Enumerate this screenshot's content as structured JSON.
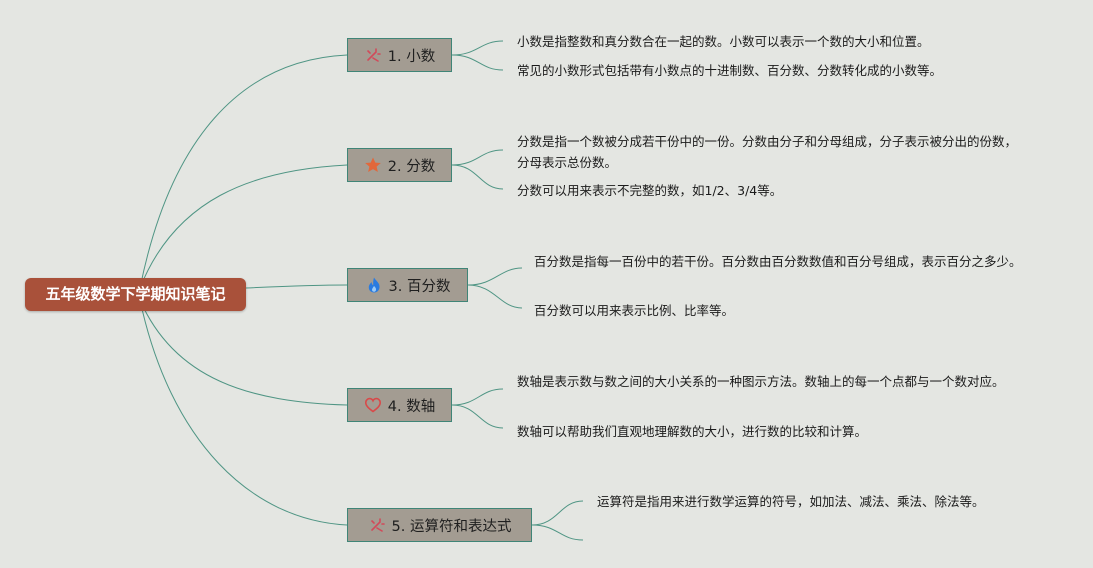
{
  "colors": {
    "background": "#e4e6e2",
    "root_fill": "#a9513a",
    "branch_fill": "#a39c92",
    "branch_border": "#3f8577",
    "link": "#4f9584"
  },
  "root": {
    "label": "五年级数学下学期知识笔记"
  },
  "branches": [
    {
      "label": "1. 小数",
      "icon": "sparkle-wand-icon",
      "leaves": [
        "小数是指整数和真分数合在一起的数。小数可以表示一个数的大小和位置。",
        "常见的小数形式包括带有小数点的十进制数、百分数、分数转化成的小数等。"
      ]
    },
    {
      "label": "2. 分数",
      "icon": "star-icon",
      "leaves": [
        "分数是指一个数被分成若干份中的一份。分数由分子和分母组成，分子表示被分出的份数，分母表示总份数。",
        "分数可以用来表示不完整的数，如1/2、3/4等。"
      ]
    },
    {
      "label": "3. 百分数",
      "icon": "flame-icon",
      "leaves": [
        "百分数是指每一百份中的若干份。百分数由百分数数值和百分号组成，表示百分之多少。",
        "百分数可以用来表示比例、比率等。"
      ]
    },
    {
      "label": "4. 数轴",
      "icon": "heart-icon",
      "leaves": [
        "数轴是表示数与数之间的大小关系的一种图示方法。数轴上的每一个点都与一个数对应。",
        "数轴可以帮助我们直观地理解数的大小，进行数的比较和计算。"
      ]
    },
    {
      "label": "5. 运算符和表达式",
      "icon": "sparkle-wand-icon",
      "leaves": [
        "运算符是指用来进行数学运算的符号，如加法、减法、乘法、除法等。",
        ""
      ]
    }
  ]
}
